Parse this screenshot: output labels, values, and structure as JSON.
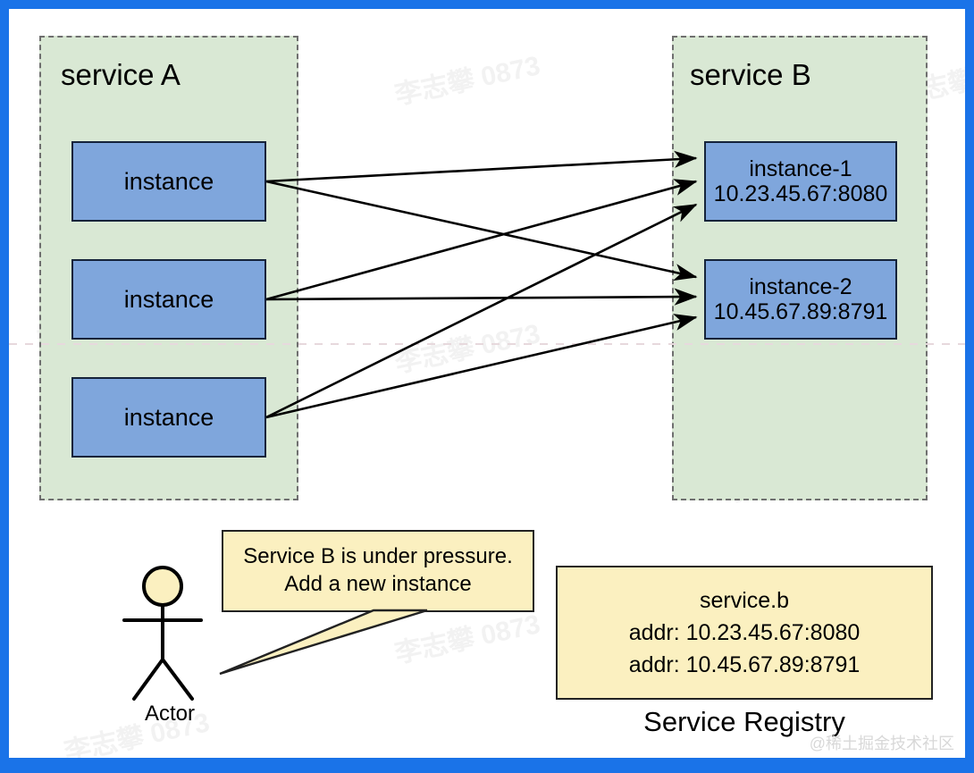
{
  "page": {
    "border_color": "#1a73e8",
    "background": "#ffffff"
  },
  "watermark": {
    "tile_text": "李志攀 0873",
    "corner_text": "@稀土掘金技术社区"
  },
  "services": [
    {
      "id": "service-a",
      "title": "service A",
      "fill": "#d9e8d4",
      "instances": [
        {
          "id": "a-instance-1",
          "line1": "instance",
          "line2": ""
        },
        {
          "id": "a-instance-2",
          "line1": "instance",
          "line2": ""
        },
        {
          "id": "a-instance-3",
          "line1": "instance",
          "line2": ""
        }
      ]
    },
    {
      "id": "service-b",
      "title": "service B",
      "fill": "#d9e8d4",
      "instances": [
        {
          "id": "b-instance-1",
          "line1": "instance-1",
          "line2": "10.23.45.67:8080"
        },
        {
          "id": "b-instance-2",
          "line1": "instance-2",
          "line2": "10.45.67.89:8791"
        }
      ]
    }
  ],
  "actor": {
    "label": "Actor",
    "head_fill": "#fbf0c0"
  },
  "speech_bubble": {
    "line1": "Service B is under pressure.",
    "line2": "Add a new instance",
    "fill": "#fbf0c0"
  },
  "registry": {
    "label": "Service Registry",
    "fill": "#fbf0c0",
    "lines": [
      "service.b",
      "addr: 10.23.45.67:8080",
      "addr: 10.45.67.89:8791"
    ]
  },
  "connections": {
    "description": "Each service A instance calls both service B instances",
    "count": 6
  }
}
